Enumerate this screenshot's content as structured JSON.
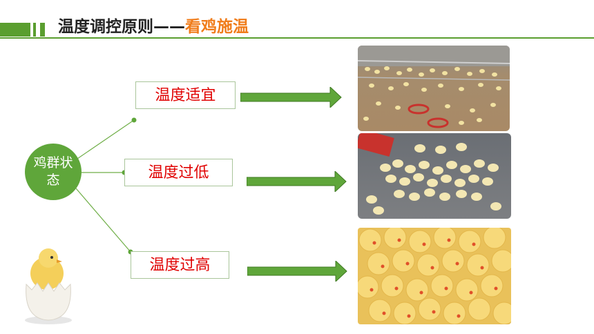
{
  "header": {
    "title_prefix": "温度调控原则——",
    "title_highlight": "看鸡施温"
  },
  "hub": {
    "label": "鸡群状态"
  },
  "states": [
    {
      "label": "温度适宜",
      "photo": "chicks-evenly-spread-photo"
    },
    {
      "label": "温度过低",
      "photo": "chicks-huddled-photo"
    },
    {
      "label": "温度过高",
      "photo": "chicks-crowded-photo"
    }
  ],
  "colors": {
    "accent_green": "#5a9e2f",
    "hub_green": "#5fa63a",
    "title_highlight": "#f07c1a",
    "state_text": "#e00000"
  },
  "icons": {
    "decoration": "chick-in-eggshell-icon",
    "arrow": "right-arrow-icon"
  }
}
